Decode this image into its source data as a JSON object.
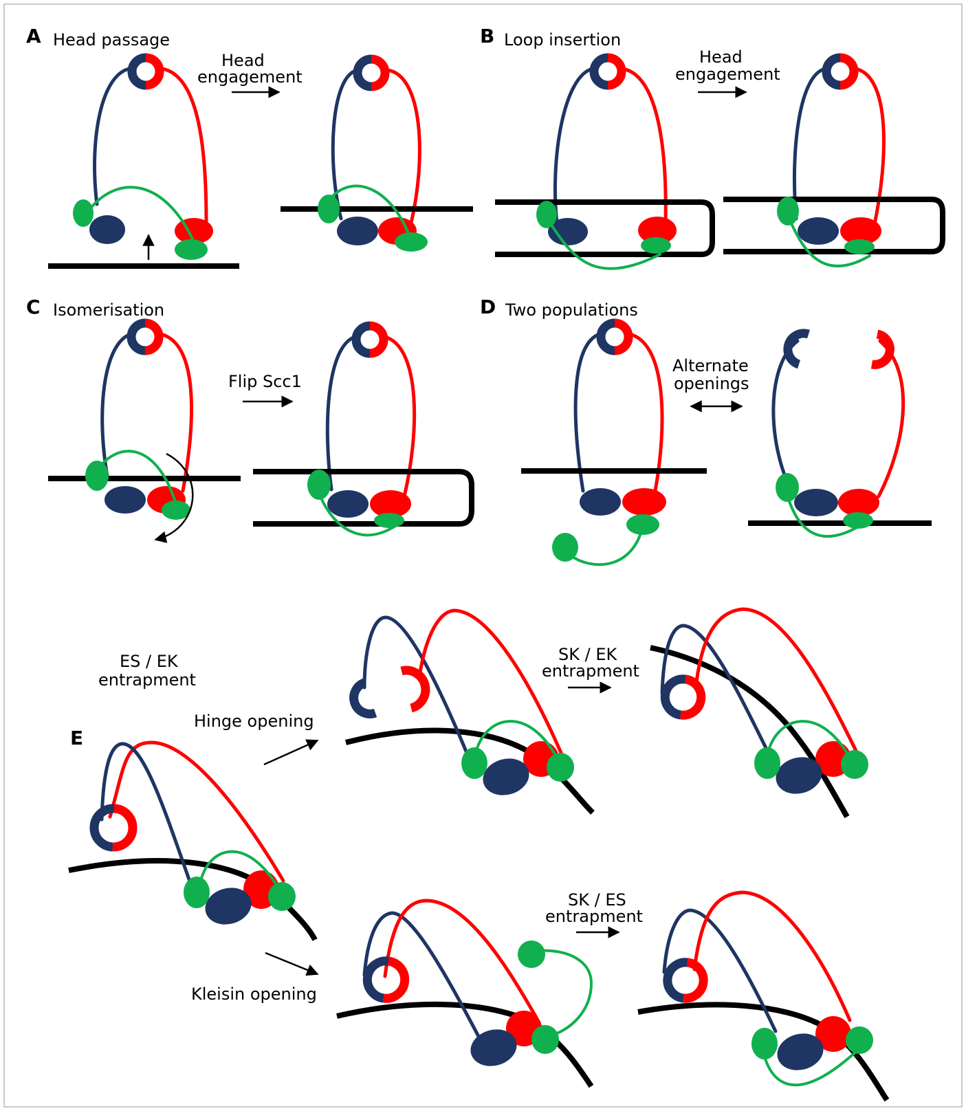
{
  "colors": {
    "smc3_blue": "#1f3563",
    "smc1_red": "#ff0000",
    "kleisin_green": "#10b04e",
    "dna_black": "#000000"
  },
  "panels": {
    "A": {
      "letter": "A",
      "title": "Head passage",
      "arrow_label_1": "Head",
      "arrow_label_2": "engagement"
    },
    "B": {
      "letter": "B",
      "title": "Loop insertion",
      "arrow_label_1": "Head",
      "arrow_label_2": "engagement"
    },
    "C": {
      "letter": "C",
      "title": "Isomerisation",
      "arrow_label": "Flip Scc1"
    },
    "D": {
      "letter": "D",
      "title": "Two populations",
      "arrow_label_1": "Alternate",
      "arrow_label_2": "openings"
    },
    "E": {
      "letter": "E",
      "entrapment_1": "ES / EK",
      "entrapment_2": "entrapment",
      "hinge_opening": "Hinge opening",
      "kleisin_opening": "Kleisin opening",
      "sk_ek_1": "SK / EK",
      "sk_ek_2": "entrapment",
      "sk_es_1": "SK / ES",
      "sk_es_2": "entrapment"
    }
  }
}
